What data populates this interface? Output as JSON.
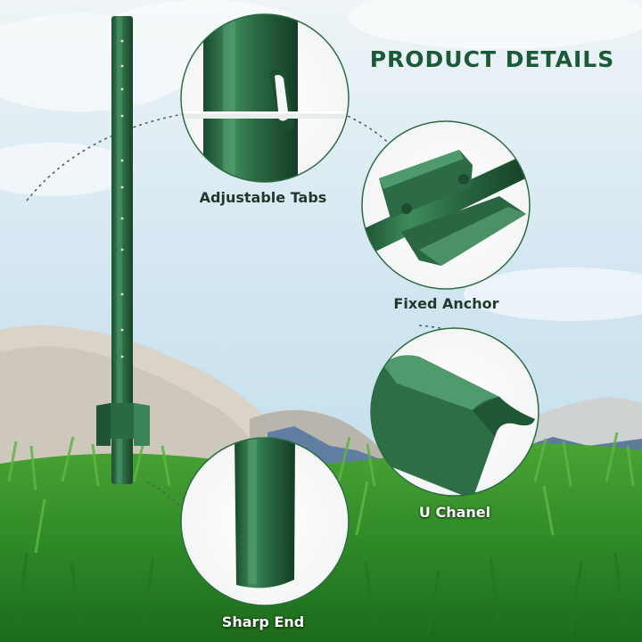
{
  "page": {
    "title": "PRODUCT DETAILS"
  },
  "features": [
    {
      "label": "Adjustable Tabs",
      "icon": "adjustable-tab-detail"
    },
    {
      "label": "Fixed Anchor",
      "icon": "fixed-anchor-detail"
    },
    {
      "label": "U Chanel",
      "icon": "u-channel-detail"
    },
    {
      "label": "Sharp End",
      "icon": "sharp-end-detail"
    }
  ],
  "colors": {
    "post_green": "#2c6e44",
    "title_green": "#1b5a37",
    "sky": "#cfe6f3",
    "grass": "#2f8a2a"
  }
}
